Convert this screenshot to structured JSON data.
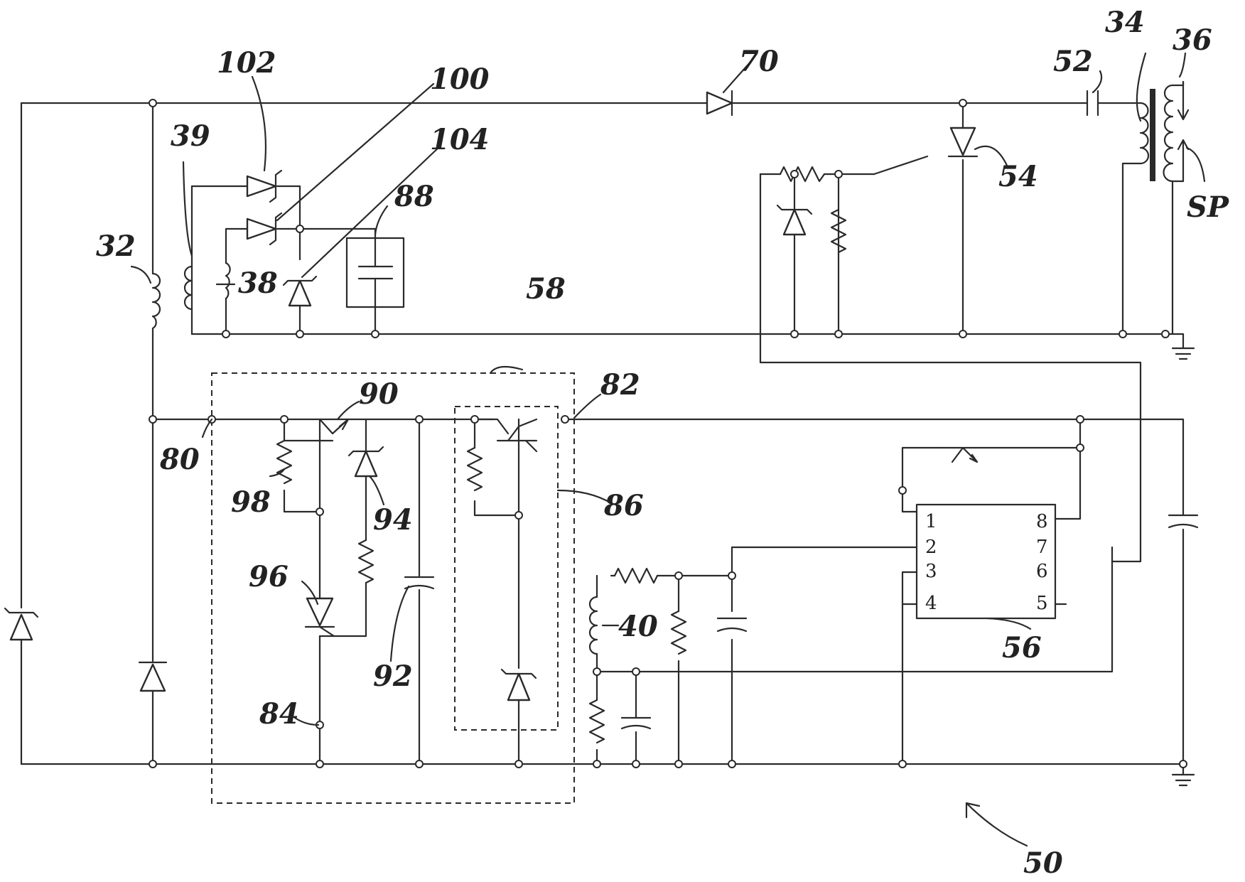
{
  "diagram": {
    "labels": {
      "l102": "102",
      "l100": "100",
      "l104": "104",
      "l39": "39",
      "l88": "88",
      "l32": "32",
      "l38": "38",
      "l58": "58",
      "l70": "70",
      "l52": "52",
      "l34": "34",
      "l36": "36",
      "l54": "54",
      "lSP": "SP",
      "l80": "80",
      "l90": "90",
      "l82": "82",
      "l98": "98",
      "l94": "94",
      "l86": "86",
      "l96": "96",
      "l92": "92",
      "l84": "84",
      "l40": "40",
      "l56": "56",
      "l50": "50"
    },
    "ic_pins": {
      "p1": "1",
      "p2": "2",
      "p3": "3",
      "p4": "4",
      "p5": "5",
      "p6": "6",
      "p7": "7",
      "p8": "8"
    },
    "colors": {
      "line": "#2a2a2a",
      "background": "#ffffff"
    }
  }
}
